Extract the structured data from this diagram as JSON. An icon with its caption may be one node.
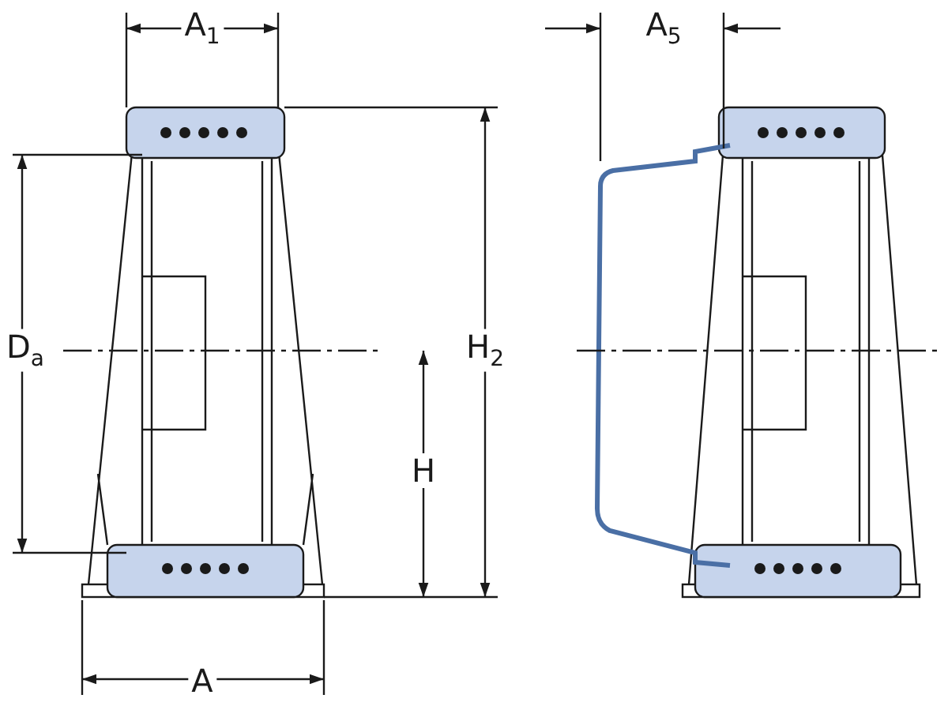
{
  "diagram": {
    "labels": [
      "A$_{1}$",
      "A$_{5}$",
      "D$_{a}$",
      "H$_{2}$",
      "H",
      "A"
    ]
  }
}
